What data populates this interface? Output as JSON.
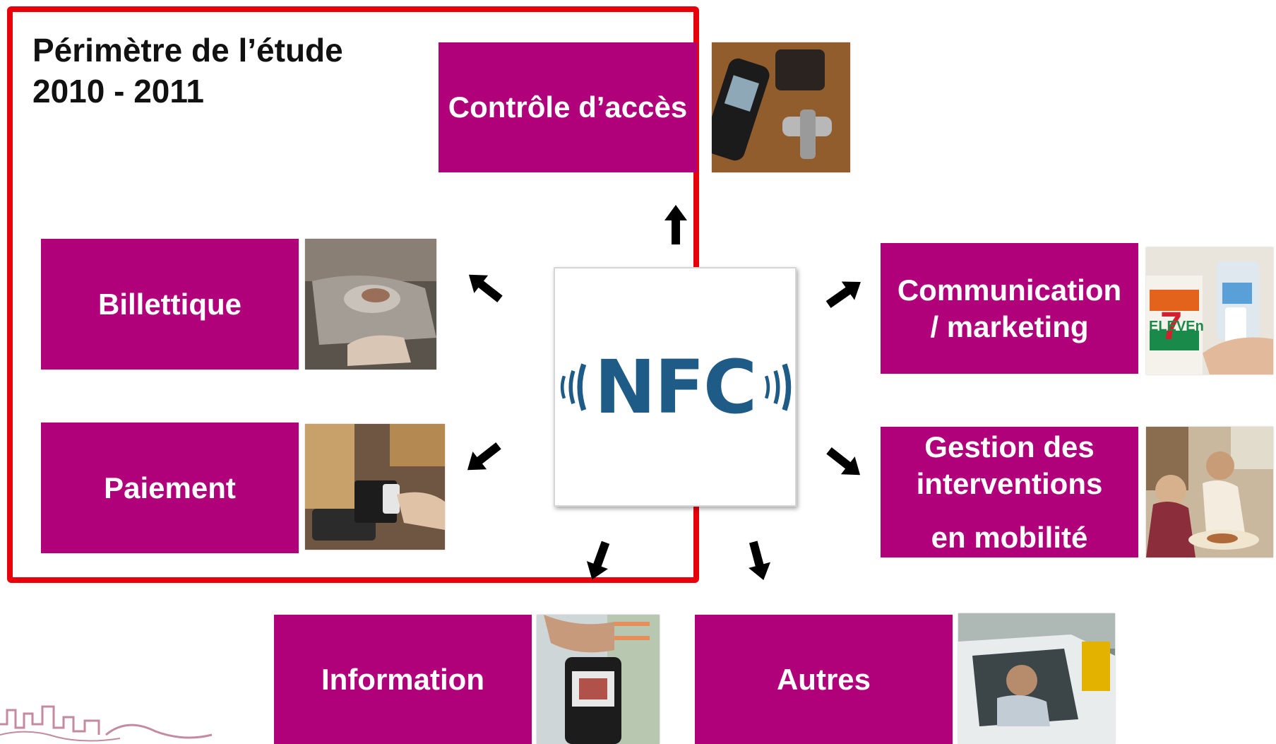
{
  "scope": {
    "title_line1": "Périmètre de l’étude",
    "title_line2": "2010 - 2011"
  },
  "center": {
    "label": "NFC",
    "icon": "nfc-logo"
  },
  "colors": {
    "box": "#b0007a",
    "scope_border": "#e8000b",
    "nfc_text": "#1e5b86"
  },
  "boxes": {
    "controle": {
      "label": "Contrôle d’accès"
    },
    "billettique": {
      "label": "Billettique"
    },
    "paiement": {
      "label": "Paiement"
    },
    "communication": {
      "line1": "Communication",
      "line2": "/ marketing"
    },
    "gestion": {
      "line1": "Gestion des",
      "line2": "interventions",
      "line3": "en mobilité"
    },
    "information": {
      "label": "Information"
    },
    "autres": {
      "label": "Autres"
    }
  },
  "photos": {
    "controle": "phone-at-door-lock-photo",
    "billettique": "transit-gate-photo",
    "paiement": "shop-payment-terminal-photo",
    "communication": "seven-eleven-poster-photo",
    "gestion": "home-care-visit-photo",
    "information": "phone-reading-tag-photo",
    "autres": "car-driver-photo"
  },
  "photo_text": {
    "seven_eleven": "ELEVEn",
    "seven": "7"
  }
}
